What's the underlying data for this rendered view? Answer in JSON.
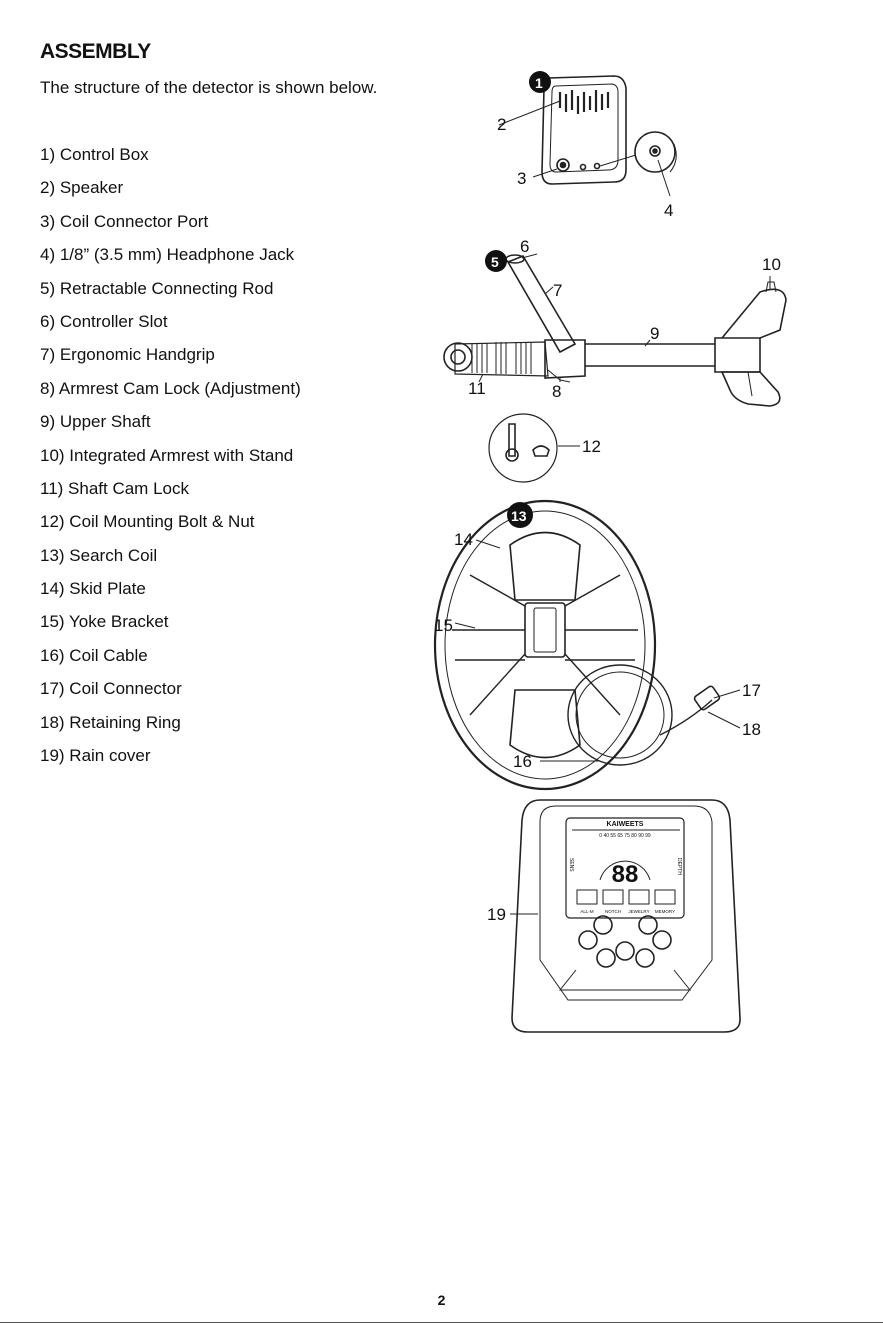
{
  "heading": "ASSEMBLY",
  "intro": "The structure of the detector is shown below.",
  "parts": [
    "1)  Control Box",
    "2)  Speaker",
    "3)  Coil Connector Port",
    "4)  1/8” (3.5 mm) Headphone Jack",
    "5)  Retractable Connecting Rod",
    "6)  Controller Slot",
    "7)  Ergonomic Handgrip",
    "8)  Armrest Cam Lock (Adjustment)",
    "9)  Upper Shaft",
    "10) Integrated Armrest with Stand",
    "11) Shaft Cam Lock",
    "12) Coil Mounting Bolt & Nut",
    "13) Search Coil",
    "14) Skid Plate",
    "15) Yoke Bracket",
    "16) Coil Cable",
    "17) Coil Connector",
    "18) Retaining Ring",
    "19) Rain cover"
  ],
  "callouts": {
    "c1": "1",
    "c2": "2",
    "c3": "3",
    "c4": "4",
    "c5": "5",
    "c6": "6",
    "c7": "7",
    "c8": "8",
    "c9": "9",
    "c10": "10",
    "c11": "11",
    "c12": "12",
    "c13": "13",
    "c14": "14",
    "c15": "15",
    "c16": "16",
    "c17": "17",
    "c18": "18",
    "c19": "19"
  },
  "display": {
    "brand": "KAIWEETS",
    "scale": "0  40  55  65  75  80  90  99",
    "digits": "88",
    "sens": "SENS",
    "depth": "DEPTH",
    "modes": [
      "ALL-M",
      "NOTCH",
      "JEWELRY",
      "MEMORY"
    ]
  },
  "page_number": "2"
}
